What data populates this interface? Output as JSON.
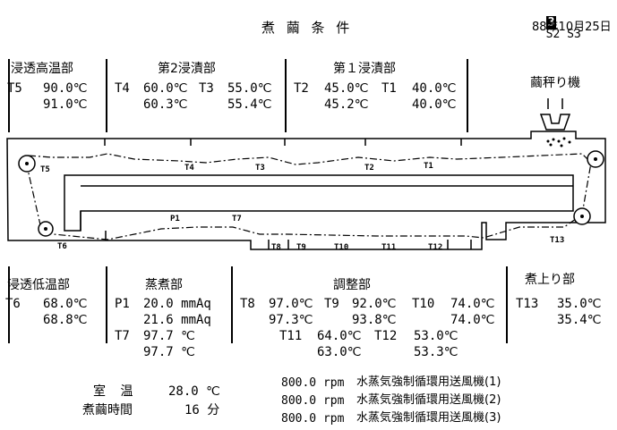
{
  "title": "煮 繭 条 件",
  "top_right": {
    "badge": "3",
    "steps": "S2 S3",
    "date": "88年10月25日"
  },
  "top_sections": {
    "high_temp": {
      "title": "浸透高温部",
      "row1_label": "T5",
      "row1_value": "90.0℃",
      "row2_value": "91.0℃"
    },
    "soak2": {
      "title": "第2浸漬部",
      "row1_label_a": "T4",
      "row1_value_a": "60.0℃",
      "row1_label_b": "T3",
      "row1_value_b": "55.0℃",
      "row2_value_a": "60.3℃",
      "row2_value_b": "55.4℃"
    },
    "soak1": {
      "title": "第１浸漬部",
      "row1_label_a": "T2",
      "row1_value_a": "45.0℃",
      "row1_label_b": "T1",
      "row1_value_b": "40.0℃",
      "row2_value_a": "45.2℃",
      "row2_value_b": "40.0℃"
    },
    "scale": {
      "title": "繭秤り機"
    }
  },
  "diagram_labels": {
    "T5": "T5",
    "T4": "T4",
    "T3": "T3",
    "T2": "T2",
    "T1": "T1",
    "P1": "P1",
    "T7": "T7",
    "T6": "T6",
    "T8": "T8",
    "T9": "T9",
    "T10": "T10",
    "T11": "T11",
    "T12": "T12",
    "T13": "T13"
  },
  "bottom_sections": {
    "low_temp": {
      "title": "浸透低温部",
      "row1_label": "T6",
      "row1_value": "68.0℃",
      "row2_value": "68.8℃"
    },
    "steam": {
      "title": "蒸煮部",
      "p1_label": "P1",
      "p1_value1": "20.0 mmAq",
      "p1_value2": "21.6 mmAq",
      "t7_label": "T7",
      "t7_value1": "97.7 ℃",
      "t7_value2": "97.7 ℃"
    },
    "adjust": {
      "title": "調整部",
      "t8_label": "T8",
      "t8_value1": "97.0℃",
      "t8_value2": "97.3℃",
      "t9_label": "T9",
      "t9_value1": "92.0℃",
      "t9_value2": "93.8℃",
      "t10_label": "T10",
      "t10_value1": "74.0℃",
      "t10_value2": "74.0℃",
      "t11_label": "T11",
      "t11_value1": "64.0℃",
      "t11_value2": "63.0℃",
      "t12_label": "T12",
      "t12_value1": "53.0℃",
      "t12_value2": "53.3℃"
    },
    "cooked": {
      "title": "煮上り部",
      "t13_label": "T13",
      "t13_value1": "35.0℃",
      "t13_value2": "35.4℃"
    }
  },
  "room": {
    "temp_label": "室 温",
    "temp_value": "28.0 ℃",
    "time_label": "煮繭時間",
    "time_value": "16 分"
  },
  "fans": [
    {
      "rpm": "800.0 rpm",
      "name": "水蒸気強制循環用送風機(1)"
    },
    {
      "rpm": "800.0 rpm",
      "name": "水蒸気強制循環用送風機(2)"
    },
    {
      "rpm": "800.0 rpm",
      "name": "水蒸気強制循環用送風機(3)"
    }
  ]
}
